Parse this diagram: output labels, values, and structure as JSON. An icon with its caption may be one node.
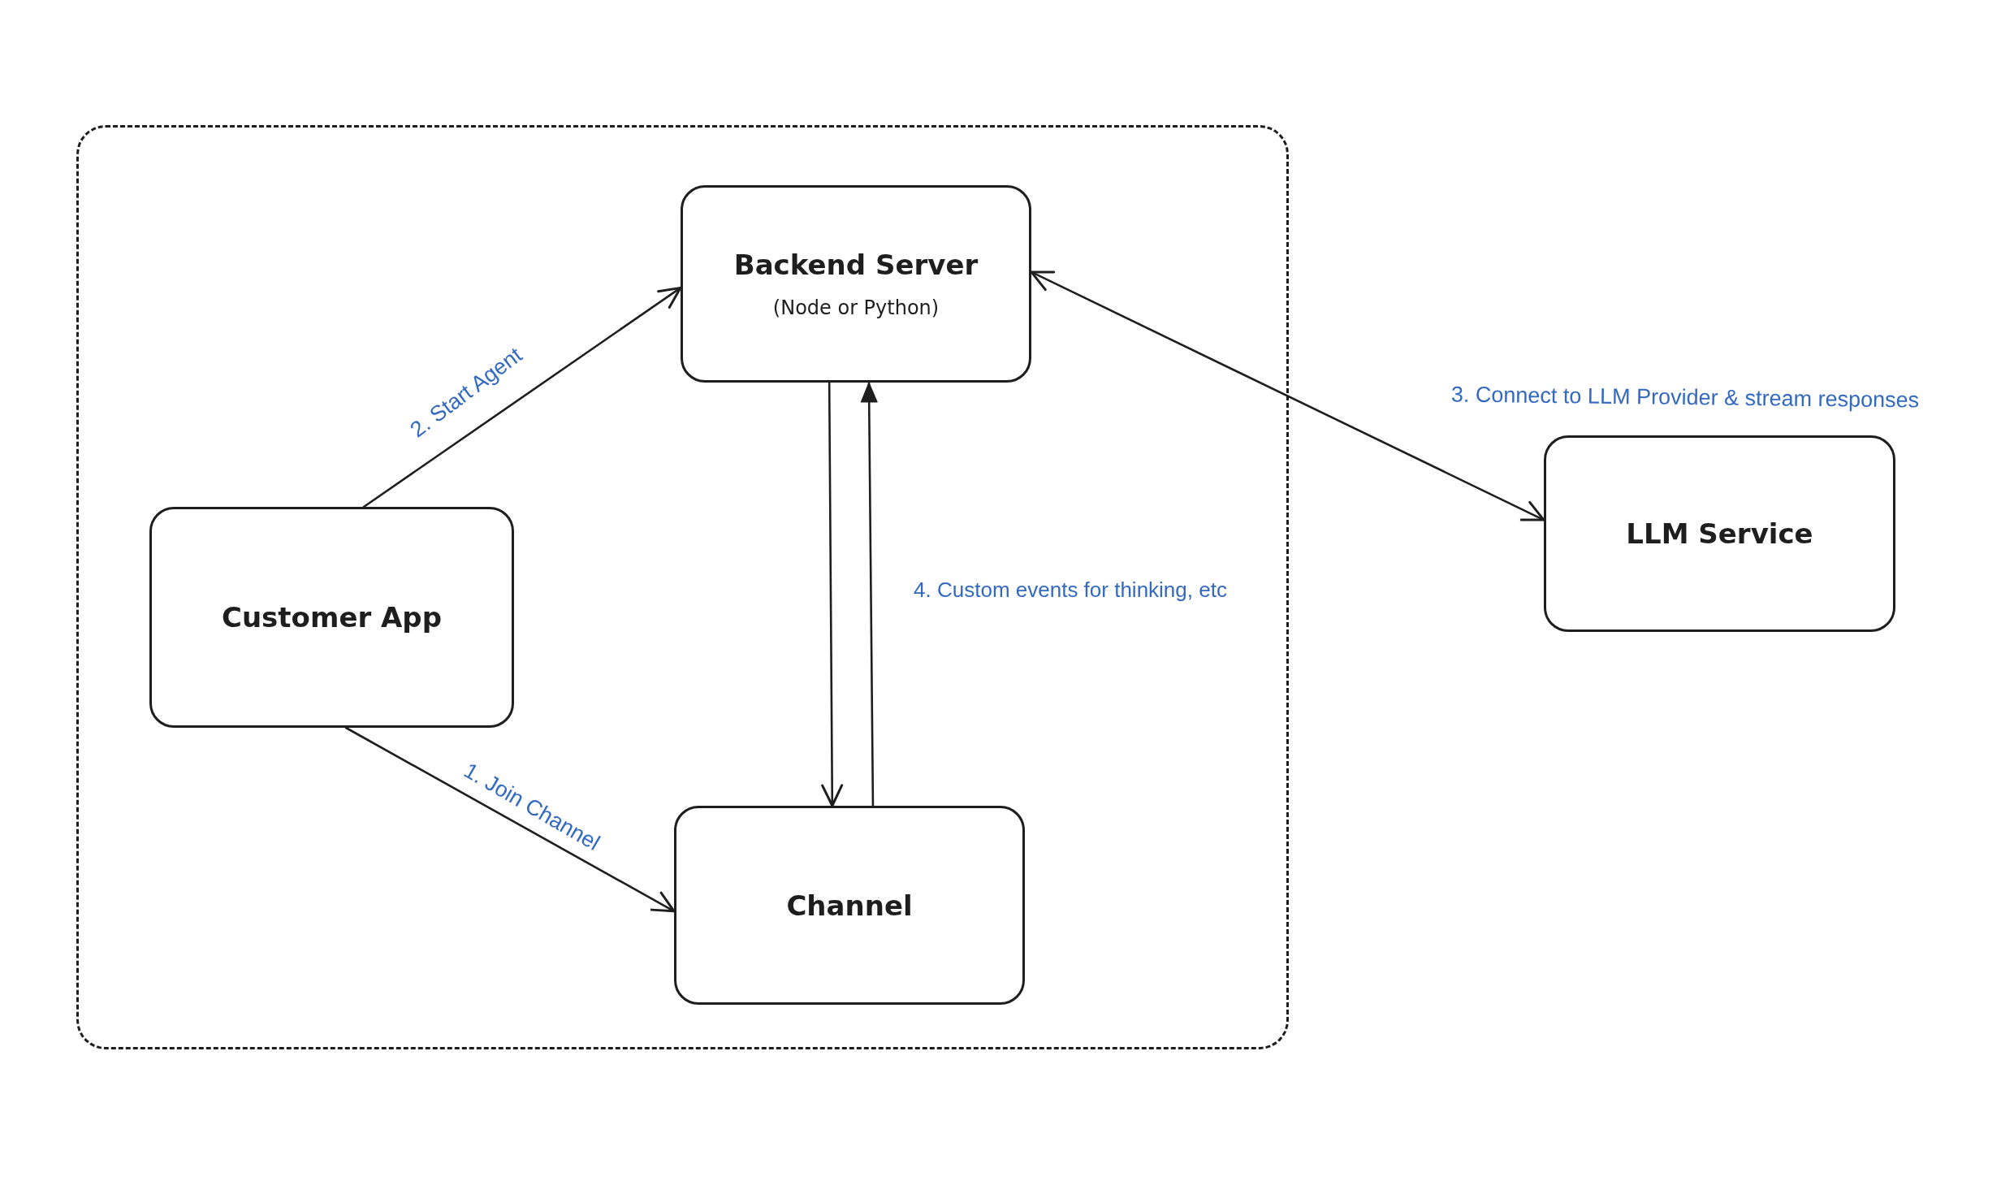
{
  "diagram": {
    "nodes": [
      {
        "text": [],
        "shape": "box"
      },
      {
        "text": [
          "Backend Server",
          "(Node or Python)"
        ],
        "in": 0
      },
      {
        "text": [
          "Customer App"
        ],
        "in": 0
      },
      {
        "text": [
          "Channel"
        ],
        "in": 0
      },
      {
        "text": [
          "LLM Service"
        ]
      }
    ],
    "edges": [
      {
        "from": 2,
        "to": 3,
        "arrow": "to",
        "label": "1. Join Channel"
      },
      {
        "from": 2,
        "to": 1,
        "arrow": "to",
        "label": "2. Start Agent"
      },
      {
        "from": 1,
        "to": 4,
        "arrow": "both",
        "label": "3. Connect to LLM Provider & stream responses"
      },
      {
        "from": 1,
        "to": 3,
        "arrow": "to"
      },
      {
        "from": 3,
        "to": 1,
        "arrow": "to",
        "label": "4. Custom events for thinking, etc"
      }
    ]
  }
}
